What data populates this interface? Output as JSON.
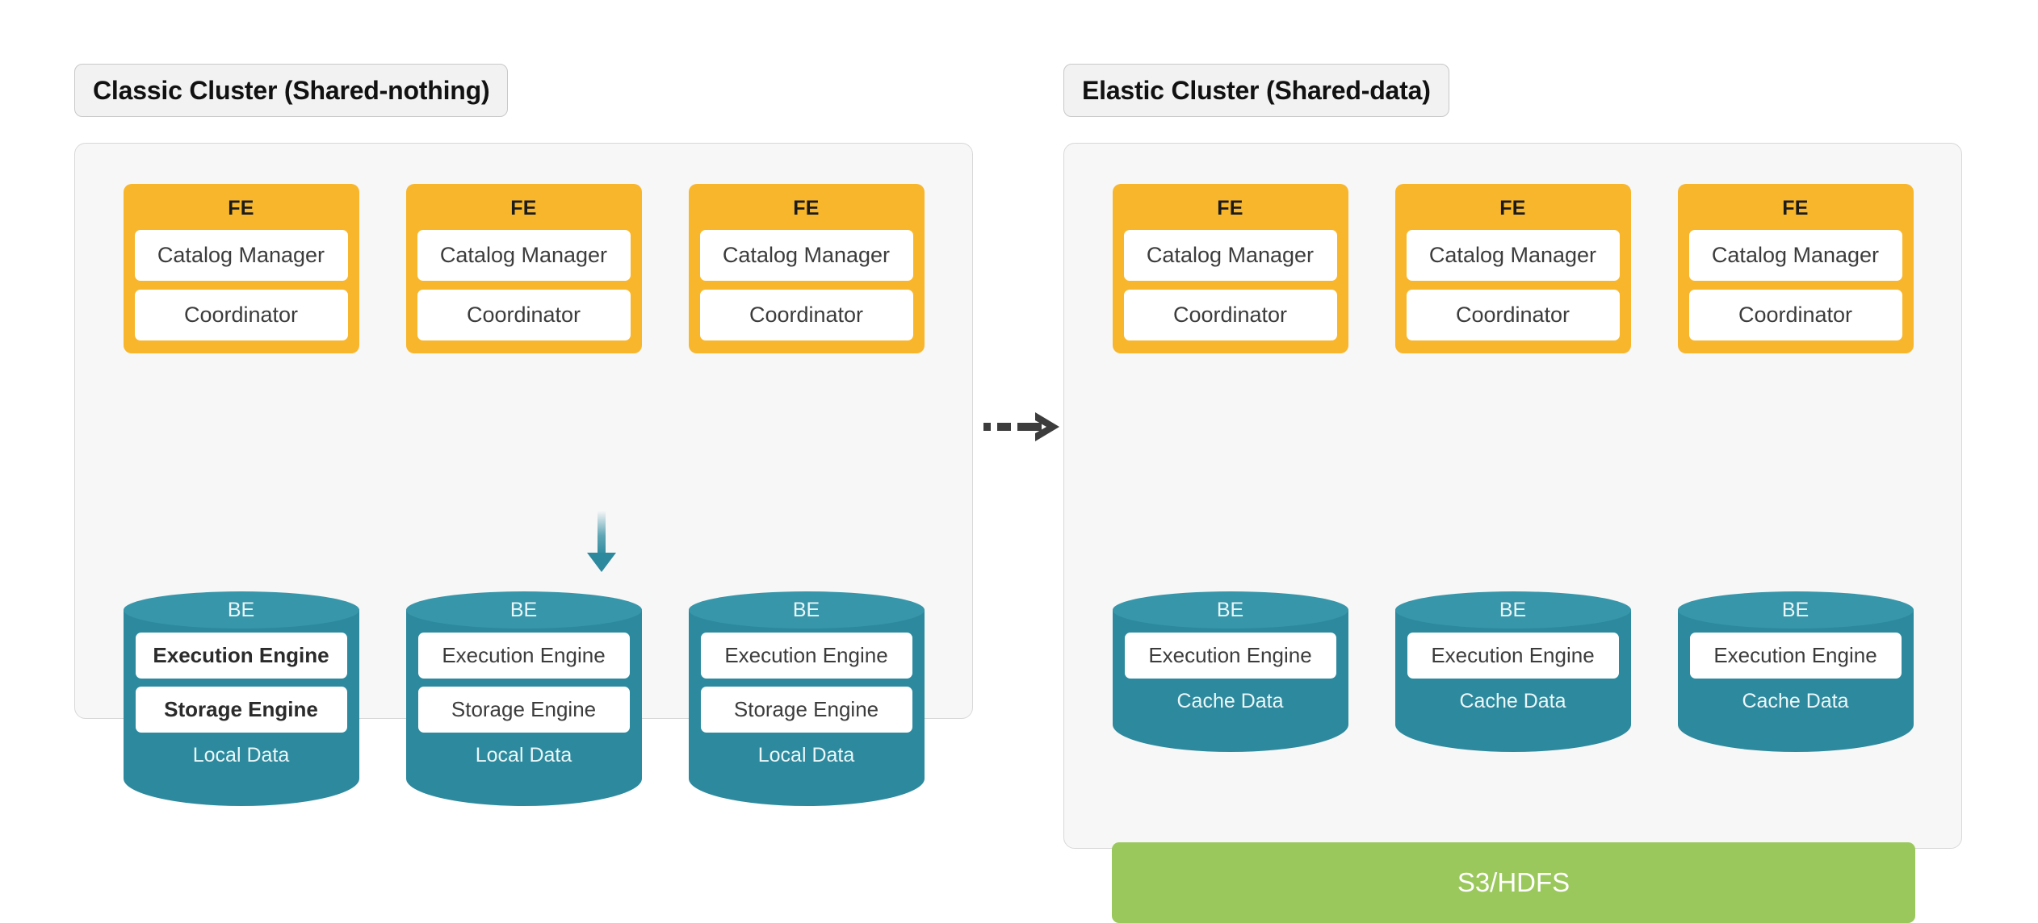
{
  "colors": {
    "fe": "#F8B62C",
    "be": "#2D8A9E",
    "be_cap": "#3896AA",
    "storage": "#9BC85C",
    "panel_bg": "#F7F7F7",
    "panel_border": "#D8D8D8",
    "chip_bg": "#F2F2F2",
    "arrow": "#2D8A9E",
    "transition_arrow": "#3C3C3C"
  },
  "clusters": [
    {
      "id": "classic",
      "title": "Classic Cluster (Shared-nothing)",
      "fe_nodes": [
        {
          "title": "FE",
          "components": [
            "Catalog Manager",
            "Coordinator"
          ]
        },
        {
          "title": "FE",
          "components": [
            "Catalog Manager",
            "Coordinator"
          ]
        },
        {
          "title": "FE",
          "components": [
            "Catalog Manager",
            "Coordinator"
          ]
        }
      ],
      "be_nodes": [
        {
          "title": "BE",
          "components": [
            "Execution Engine",
            "Storage Engine"
          ],
          "data_label": "Local Data",
          "emphasis": true
        },
        {
          "title": "BE",
          "components": [
            "Execution Engine",
            "Storage Engine"
          ],
          "data_label": "Local Data",
          "emphasis": false
        },
        {
          "title": "BE",
          "components": [
            "Execution Engine",
            "Storage Engine"
          ],
          "data_label": "Local Data",
          "emphasis": false
        }
      ],
      "storage": null
    },
    {
      "id": "elastic",
      "title": "Elastic Cluster (Shared-data)",
      "fe_nodes": [
        {
          "title": "FE",
          "components": [
            "Catalog Manager",
            "Coordinator"
          ]
        },
        {
          "title": "FE",
          "components": [
            "Catalog Manager",
            "Coordinator"
          ]
        },
        {
          "title": "FE",
          "components": [
            "Catalog Manager",
            "Coordinator"
          ]
        }
      ],
      "be_nodes": [
        {
          "title": "BE",
          "components": [
            "Execution Engine"
          ],
          "data_label": "Cache Data",
          "emphasis": false
        },
        {
          "title": "BE",
          "components": [
            "Execution Engine"
          ],
          "data_label": "Cache Data",
          "emphasis": false
        },
        {
          "title": "BE",
          "components": [
            "Execution Engine"
          ],
          "data_label": "Cache Data",
          "emphasis": false
        }
      ],
      "storage": {
        "label": "S3/HDFS"
      }
    }
  ],
  "arrows": {
    "classic_fe_to_be": "fe-to-be-arrow",
    "elastic_fe_to_be": "fe-to-be-arrow",
    "elastic_be_to_storage": "be-to-storage-arrow",
    "transition": "classic-to-elastic-arrow"
  }
}
